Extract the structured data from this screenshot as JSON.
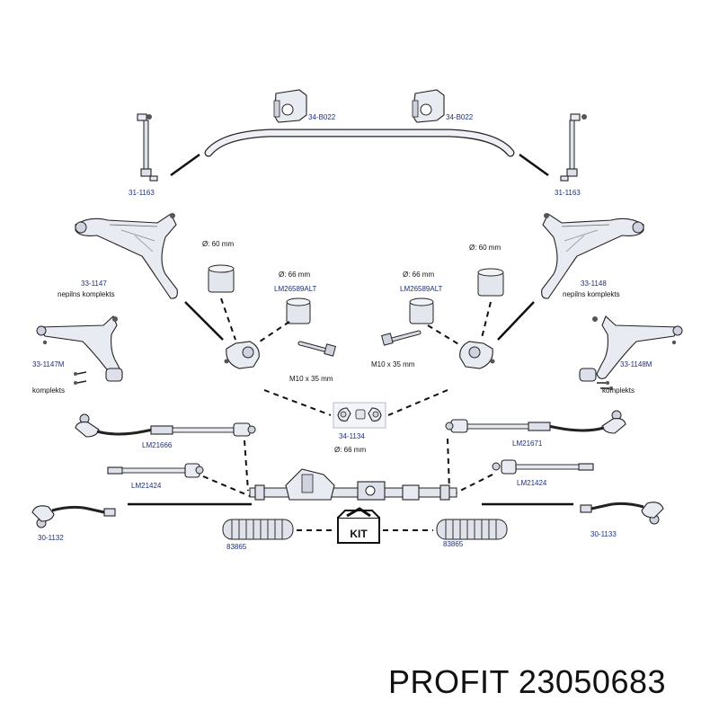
{
  "labels": {
    "bushing_left": "34-B022",
    "bushing_right": "34-B022",
    "link_left": "31-1163",
    "link_right": "31-1163",
    "dia60_left": "Ø: 60 mm",
    "dia60_right": "Ø: 60 mm",
    "dia66_left": "Ø: 66 mm",
    "dia66_right": "Ø: 66 mm",
    "lm_alt_left": "LM26589ALT",
    "lm_alt_right": "LM26589ALT",
    "arm_left": "33-1147",
    "arm_right": "33-1148",
    "arm_left_note": "nepilns komplekts",
    "arm_right_note": "nepilns komplekts",
    "armm_left": "33-1147M",
    "armm_right": "33-1148M",
    "armm_left_note": "komplekts",
    "armm_right_note": "komplekts",
    "bolt_left": "M10 x 35 mm",
    "bolt_right": "M10 x 35 mm",
    "kit_center": "34-1134",
    "kit_center_dia": "Ø: 66 mm",
    "rod_left": "LM21666",
    "rod_right": "LM21671",
    "rod2_left": "LM21424",
    "rod2_right": "LM21424",
    "tie_left": "30-1132",
    "tie_right": "30-1133",
    "boot_left": "83865",
    "boot_right": "83865",
    "kit_box": "KIT"
  },
  "brand": "PROFIT 23050683"
}
